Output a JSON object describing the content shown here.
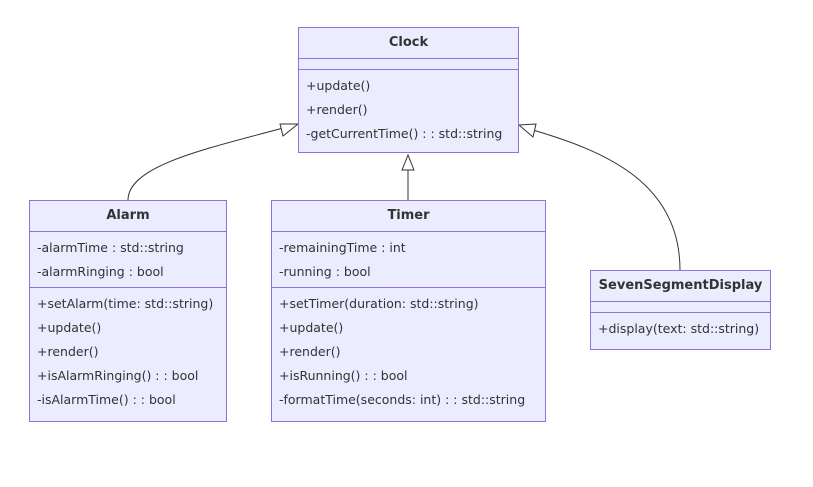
{
  "classes": {
    "clock": {
      "name": "Clock",
      "attributes": [],
      "methods": [
        "+update()",
        "+render()",
        "-getCurrentTime() : : std::string"
      ]
    },
    "alarm": {
      "name": "Alarm",
      "attributes": [
        "-alarmTime : std::string",
        "-alarmRinging : bool"
      ],
      "methods": [
        "+setAlarm(time: std::string)",
        "+update()",
        "+render()",
        "+isAlarmRinging() : : bool",
        "-isAlarmTime() : : bool"
      ]
    },
    "timer": {
      "name": "Timer",
      "attributes": [
        "-remainingTime : int",
        "-running : bool"
      ],
      "methods": [
        "+setTimer(duration: std::string)",
        "+update()",
        "+render()",
        "+isRunning() : : bool",
        "-formatTime(seconds: int) : : std::string"
      ]
    },
    "seven_segment_display": {
      "name": "SevenSegmentDisplay",
      "attributes": [],
      "methods": [
        "+display(text: std::string)"
      ]
    }
  },
  "colors": {
    "class_fill": "#ececff",
    "class_border": "#9370db",
    "edge": "#333333"
  }
}
